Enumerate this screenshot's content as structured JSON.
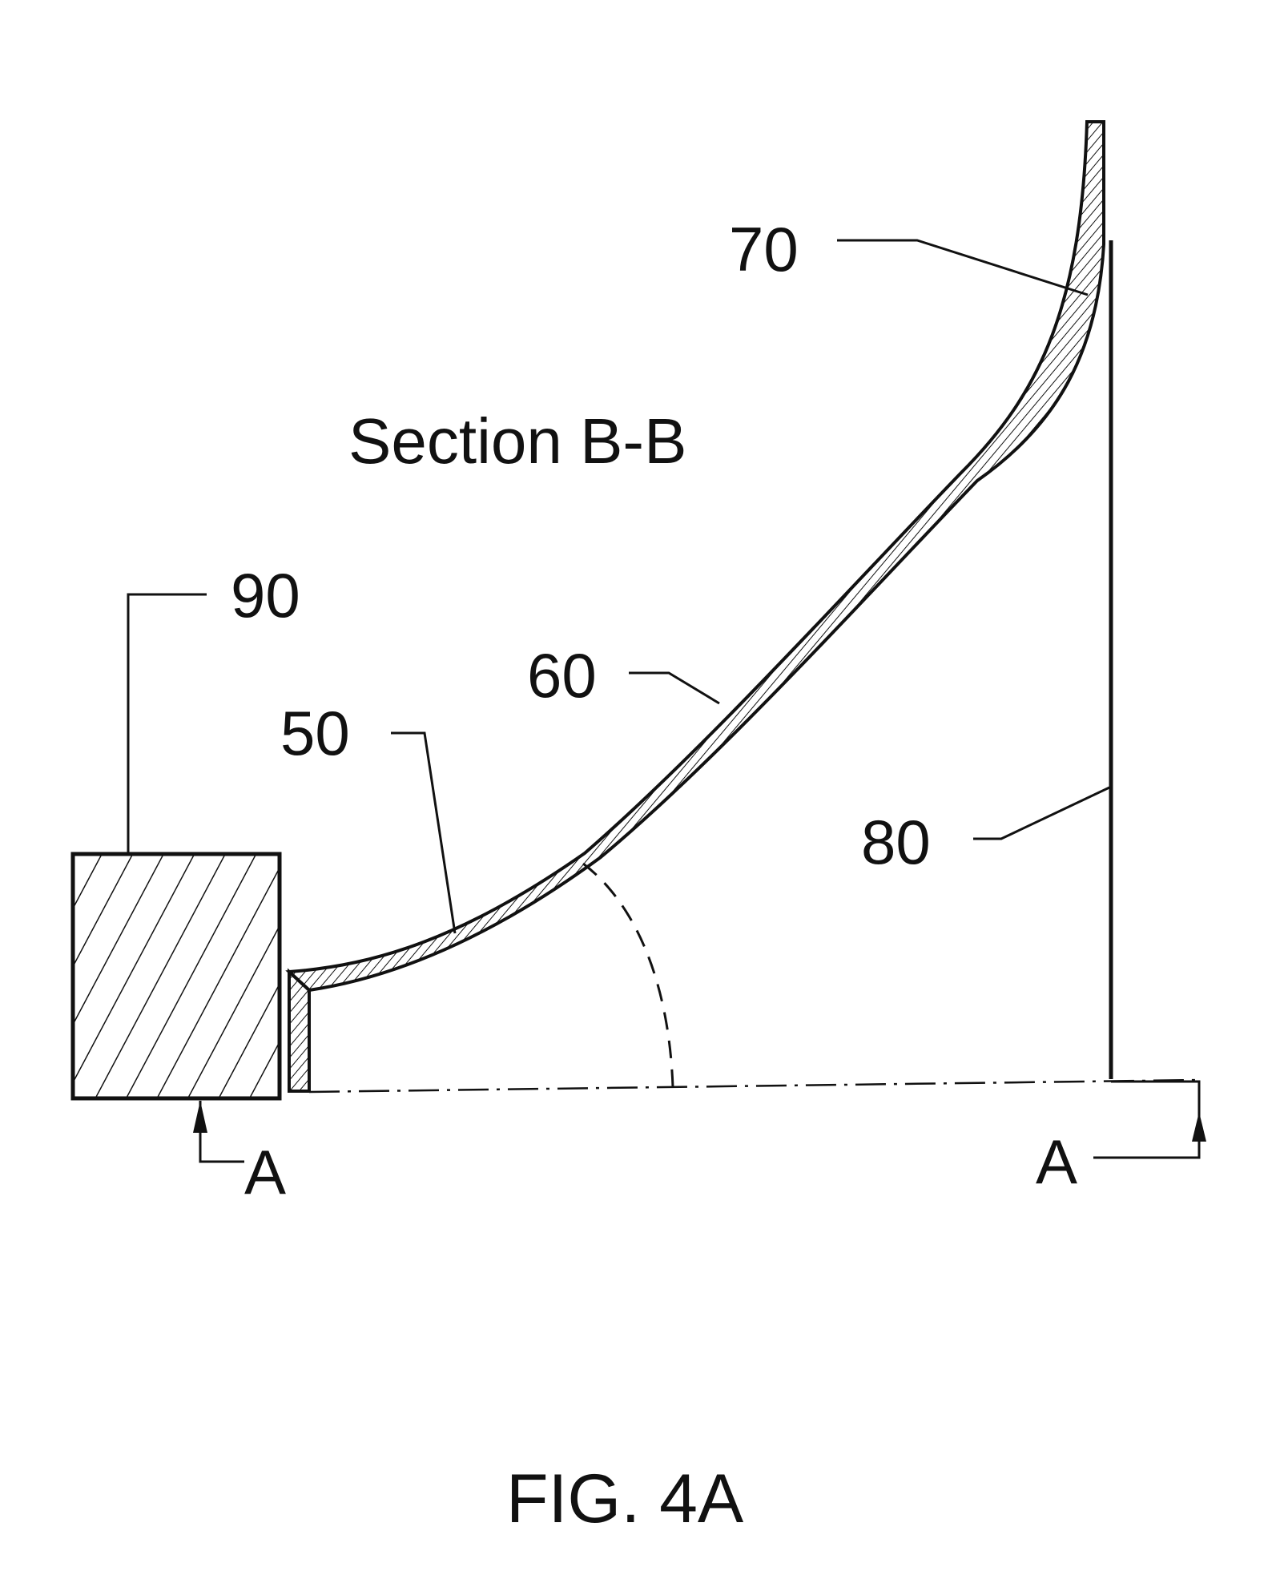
{
  "diagram": {
    "section_title": "Section B-B",
    "figure_caption": "FIG. 4A",
    "section_markers": [
      "A",
      "A"
    ],
    "reference_labels": {
      "r70": "70",
      "r90": "90",
      "r60": "60",
      "r50": "50",
      "r80": "80"
    }
  }
}
